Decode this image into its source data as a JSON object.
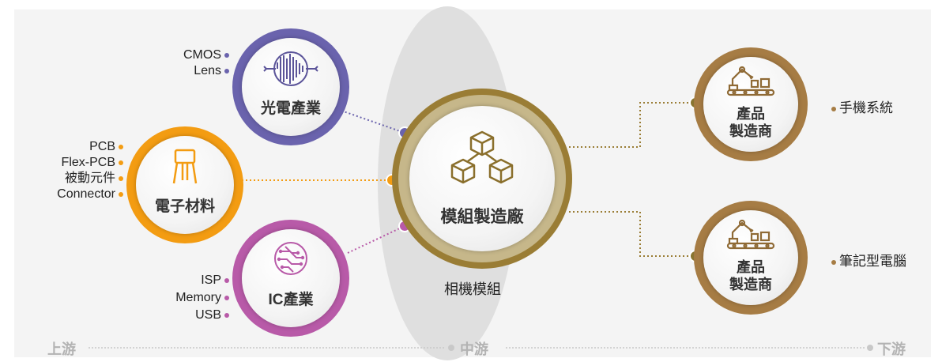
{
  "stages": {
    "upstream": "上游",
    "midstream": "中游",
    "downstream": "下游"
  },
  "center": {
    "label": "模組製造廠",
    "caption": "相機模組",
    "icon": "cubes-icon"
  },
  "upstream_nodes": [
    {
      "label": "光電產業",
      "icon": "sound-wave-icon",
      "color": "#6a63ad",
      "items": [
        "CMOS",
        "Lens"
      ]
    },
    {
      "label": "電子材料",
      "icon": "capacitor-icon",
      "color": "#f39c12",
      "items": [
        "PCB",
        "Flex-PCB",
        "被動元件",
        "Connector"
      ]
    },
    {
      "label": "IC產業",
      "icon": "circuit-chip-icon",
      "color": "#b85aa8",
      "items": [
        "ISP",
        "Memory",
        "USB"
      ]
    }
  ],
  "downstream_nodes": [
    {
      "label_line1": "產品",
      "label_line2": "製造商",
      "icon": "factory-robot-icon",
      "target": "手機系統"
    },
    {
      "label_line1": "產品",
      "label_line2": "製造商",
      "icon": "factory-robot-icon",
      "target": "筆記型電腦"
    }
  ],
  "colors": {
    "center_ring": "#9a7d35",
    "downstream_ring": "#a67c44",
    "stage_text": "#b3b3b3"
  }
}
